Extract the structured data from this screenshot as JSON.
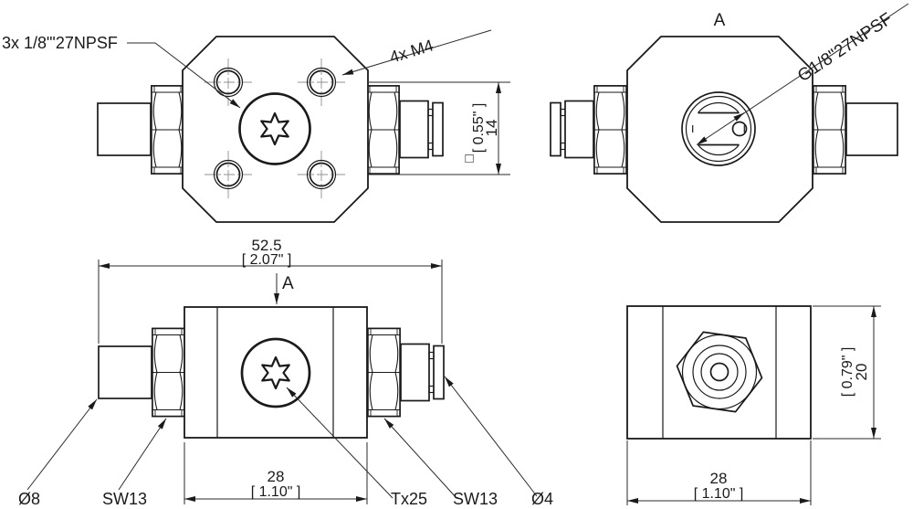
{
  "drawing": {
    "views": {
      "front": {
        "ports_label": "3x 1/8\"'27NPSF",
        "screws_label": "4x M4"
      },
      "back": {
        "view_label": "A",
        "port_label": "G1/8\"27NPSF"
      },
      "side": {
        "section_label": "A"
      }
    },
    "dimensions": {
      "hole_spacing": {
        "mm": "14",
        "inch": "[ 0.55\" ]",
        "square_symbol": "□"
      },
      "overall_length": {
        "mm": "52.5",
        "inch": "[ 2.07\" ]"
      },
      "body_width_side": {
        "mm": "28",
        "inch": "[ 1.10\" ]"
      },
      "body_height": {
        "mm": "20",
        "inch": "[ 0.79\" ]"
      },
      "body_width_end": {
        "mm": "28",
        "inch": "[ 1.10\" ]"
      }
    },
    "callouts": {
      "plug_diameter": "Ø8",
      "wrench_size_left": "SW13",
      "torx_size": "Tx25",
      "wrench_size_right": "SW13",
      "tube_diameter": "Ø4"
    },
    "colors": {
      "line": "#1a1a1a",
      "centerline": "#909090",
      "background": "#ffffff"
    }
  }
}
